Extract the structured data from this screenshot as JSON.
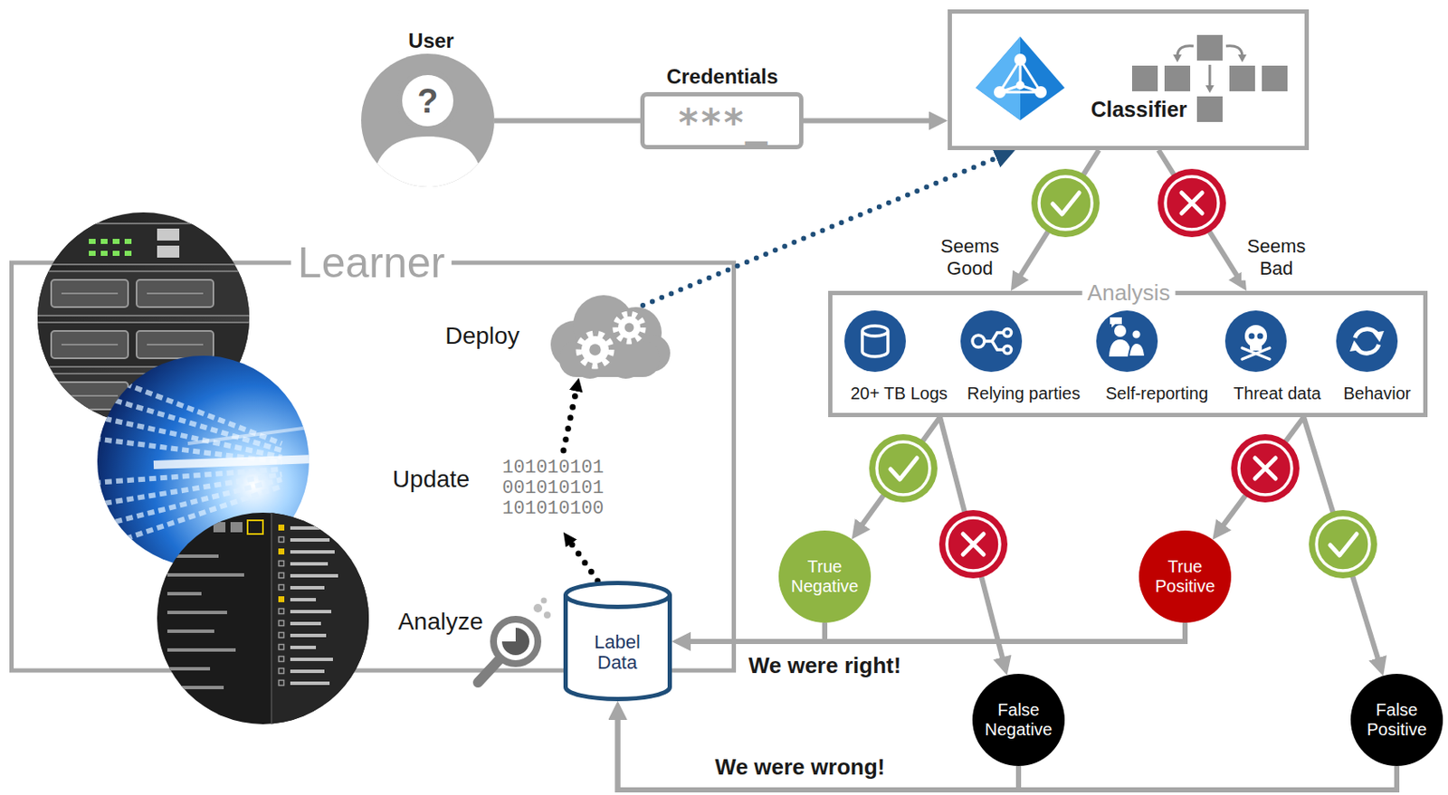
{
  "diagram": {
    "nodes": [
      {
        "text": [
          "User",
          "?"
        ]
      },
      {
        "text": [
          "Credentials",
          "***_"
        ]
      },
      {
        "text": [
          "Classifier"
        ]
      },
      {
        "text": [
          "Learner"
        ]
      },
      {
        "text": [
          "Deploy"
        ],
        "in": 3
      },
      {
        "text": [
          "Update",
          "101010101 001010101 101010100"
        ],
        "in": 3
      },
      {
        "text": [
          "Label Data"
        ],
        "in": 3
      },
      {
        "text": [
          "Analysis"
        ]
      },
      {
        "text": [
          "20+ TB Logs"
        ],
        "in": 7
      },
      {
        "text": [
          "Relying parties"
        ],
        "in": 7
      },
      {
        "text": [
          "Self-reporting"
        ],
        "in": 7
      },
      {
        "text": [
          "Threat data"
        ],
        "in": 7
      },
      {
        "text": [
          "Behavior"
        ],
        "in": 7
      },
      {
        "text": [
          "True Negative"
        ]
      },
      {
        "text": [
          "True Positive"
        ]
      },
      {
        "text": [
          "False Negative"
        ]
      },
      {
        "text": [
          "False Positive"
        ]
      }
    ],
    "edges": [
      {
        "from": 0,
        "to": 1,
        "arrow": "none"
      },
      {
        "from": 1,
        "to": 2,
        "arrow": "to"
      },
      {
        "from": 2,
        "to": 7,
        "label": "Seems Good",
        "arrow": "to"
      },
      {
        "from": 2,
        "to": 7,
        "label": "Seems Bad",
        "arrow": "to"
      },
      {
        "from": 7,
        "to": 13,
        "arrow": "to"
      },
      {
        "from": 7,
        "to": 15,
        "arrow": "to"
      },
      {
        "from": 7,
        "to": 14,
        "arrow": "to"
      },
      {
        "from": 7,
        "to": 16,
        "arrow": "to"
      },
      {
        "from": 13,
        "to": 6,
        "label": "We were right!",
        "arrow": "to"
      },
      {
        "from": 14,
        "to": 6,
        "arrow": "to"
      },
      {
        "from": 15,
        "to": 6,
        "label": "We were wrong!",
        "arrow": "to"
      },
      {
        "from": 16,
        "to": 6,
        "arrow": "to"
      },
      {
        "from": 6,
        "to": 5,
        "arrow": "to"
      },
      {
        "from": 5,
        "to": 4,
        "arrow": "to"
      },
      {
        "from": 4,
        "to": 2,
        "arrow": "to"
      }
    ],
    "labels": [
      "Analyze"
    ]
  }
}
